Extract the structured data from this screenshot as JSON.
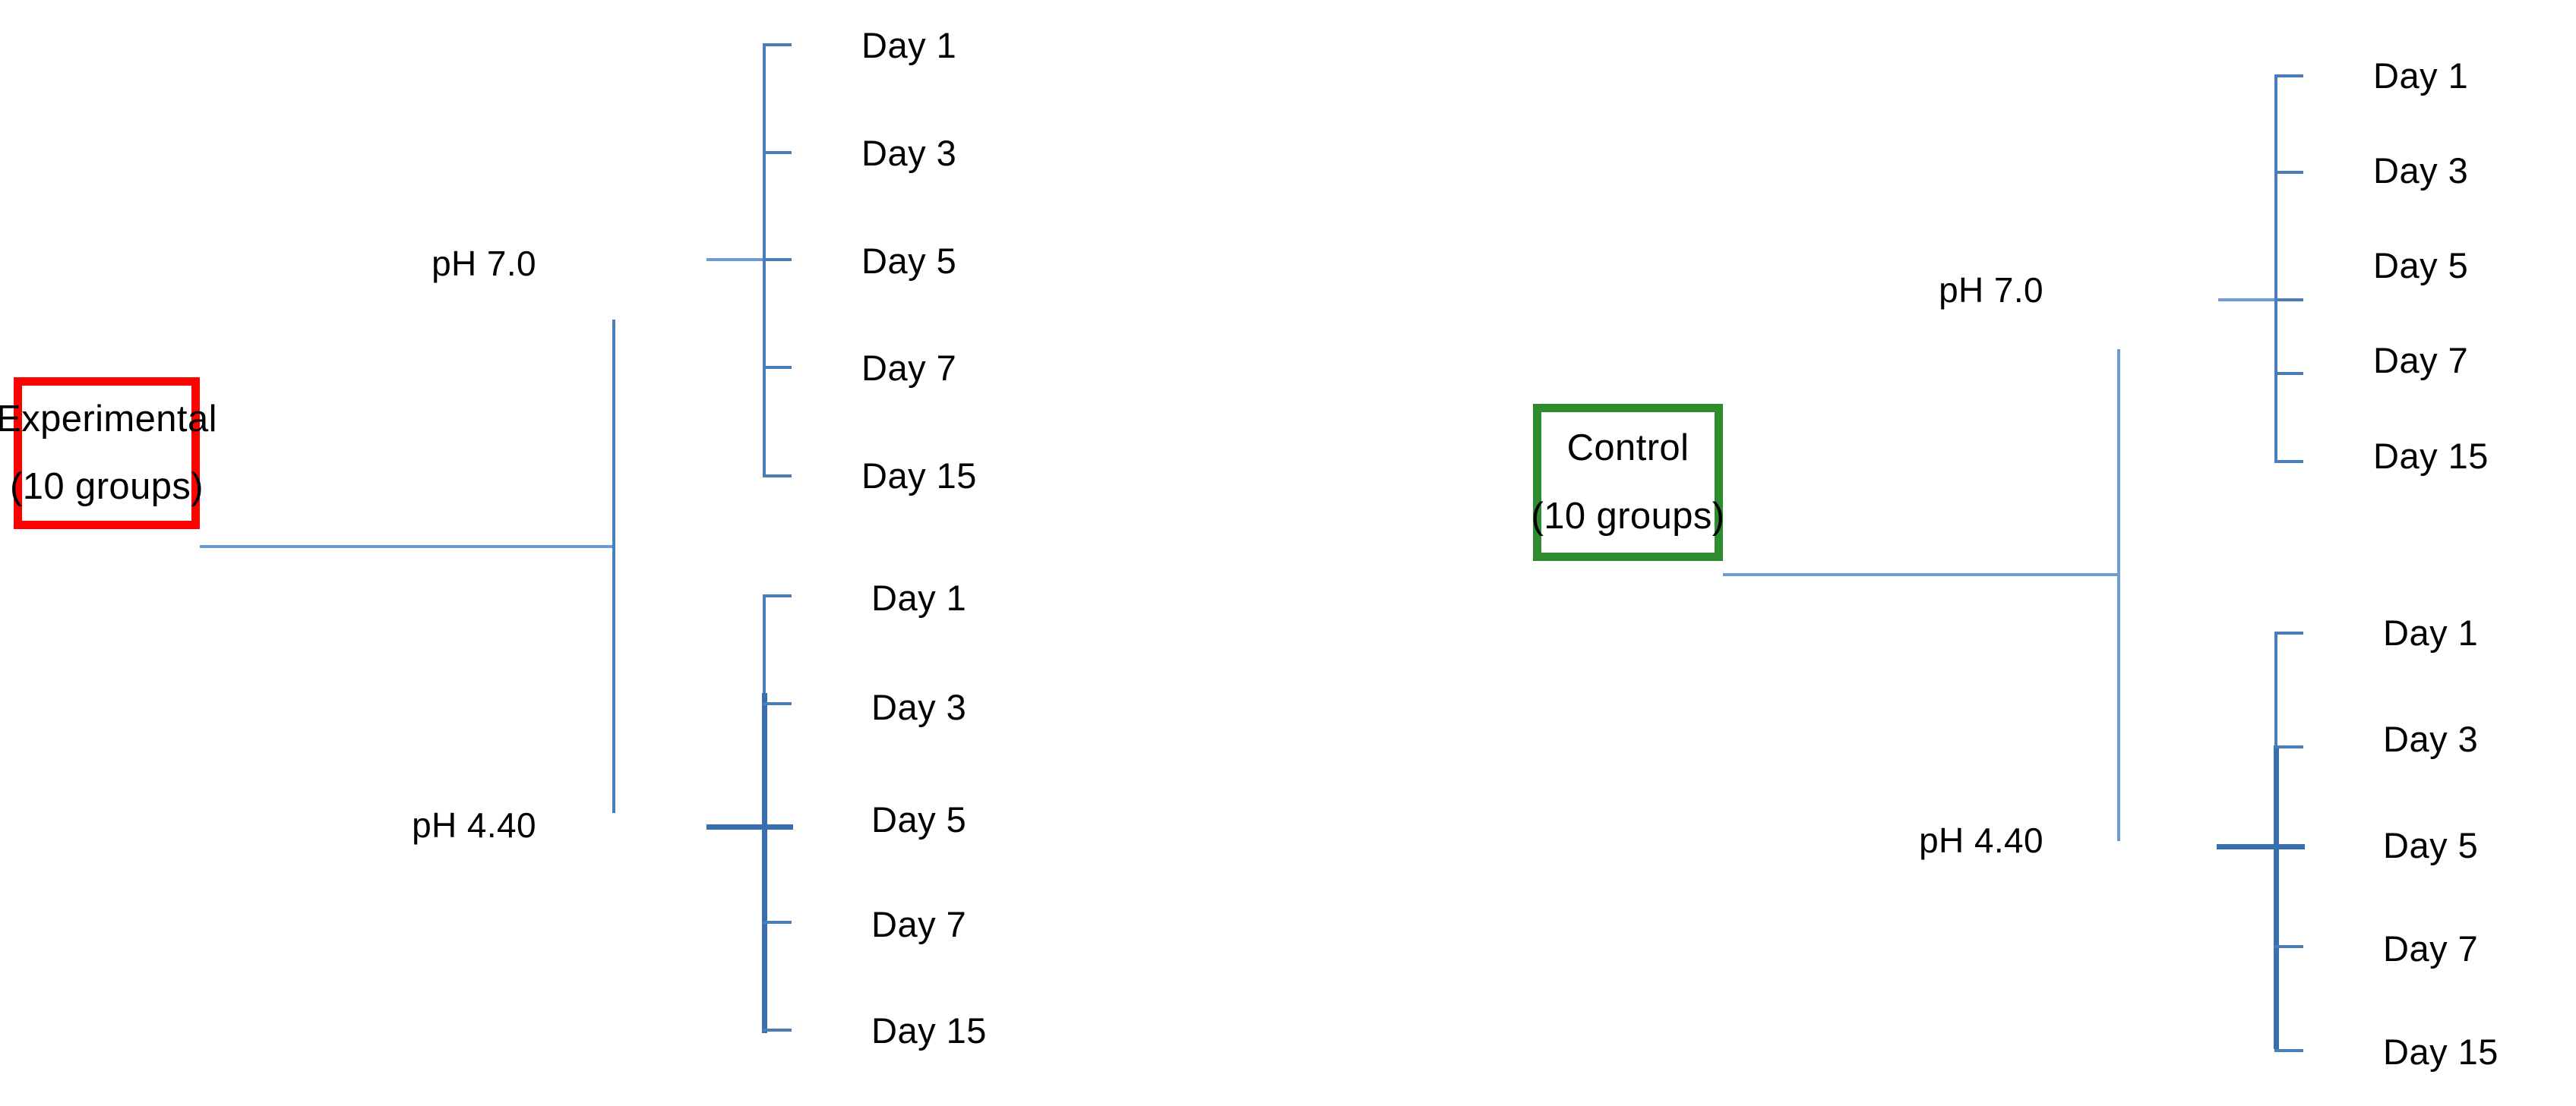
{
  "diagram": {
    "title": "Experimental design flowchart",
    "colors": {
      "experimental_border": "#FF0000",
      "control_border": "#2E8B2E",
      "connector": "#4A7EBB",
      "connector_light": "#6E9BD1",
      "connector_bold": "#3A6FAF",
      "text": "#000000",
      "background": "#FFFFFF"
    },
    "groups": [
      {
        "id": "experimental",
        "title": "Experimental",
        "subtitle": "(10 groups)",
        "border_color": "#FF0000",
        "branches": [
          {
            "id": "experimental-ph70",
            "ph_label": "pH 7.0",
            "timepoints": [
              "Day 1",
              "Day 3",
              "Day 5",
              "Day 7",
              "Day 15"
            ]
          },
          {
            "id": "experimental-ph440",
            "ph_label": "pH 4.40",
            "timepoints": [
              "Day 1",
              "Day 3",
              "Day 5",
              "Day 7",
              "Day 15"
            ]
          }
        ]
      },
      {
        "id": "control",
        "title": "Control",
        "subtitle": "(10 groups)",
        "border_color": "#2E8B2E",
        "branches": [
          {
            "id": "control-ph70",
            "ph_label": "pH 7.0",
            "timepoints": [
              "Day 1",
              "Day 3",
              "Day 5",
              "Day 7",
              "Day 15"
            ]
          },
          {
            "id": "control-ph440",
            "ph_label": "pH 4.40",
            "timepoints": [
              "Day 1",
              "Day 3",
              "Day 5",
              "Day 7",
              "Day 15"
            ]
          }
        ]
      }
    ]
  }
}
